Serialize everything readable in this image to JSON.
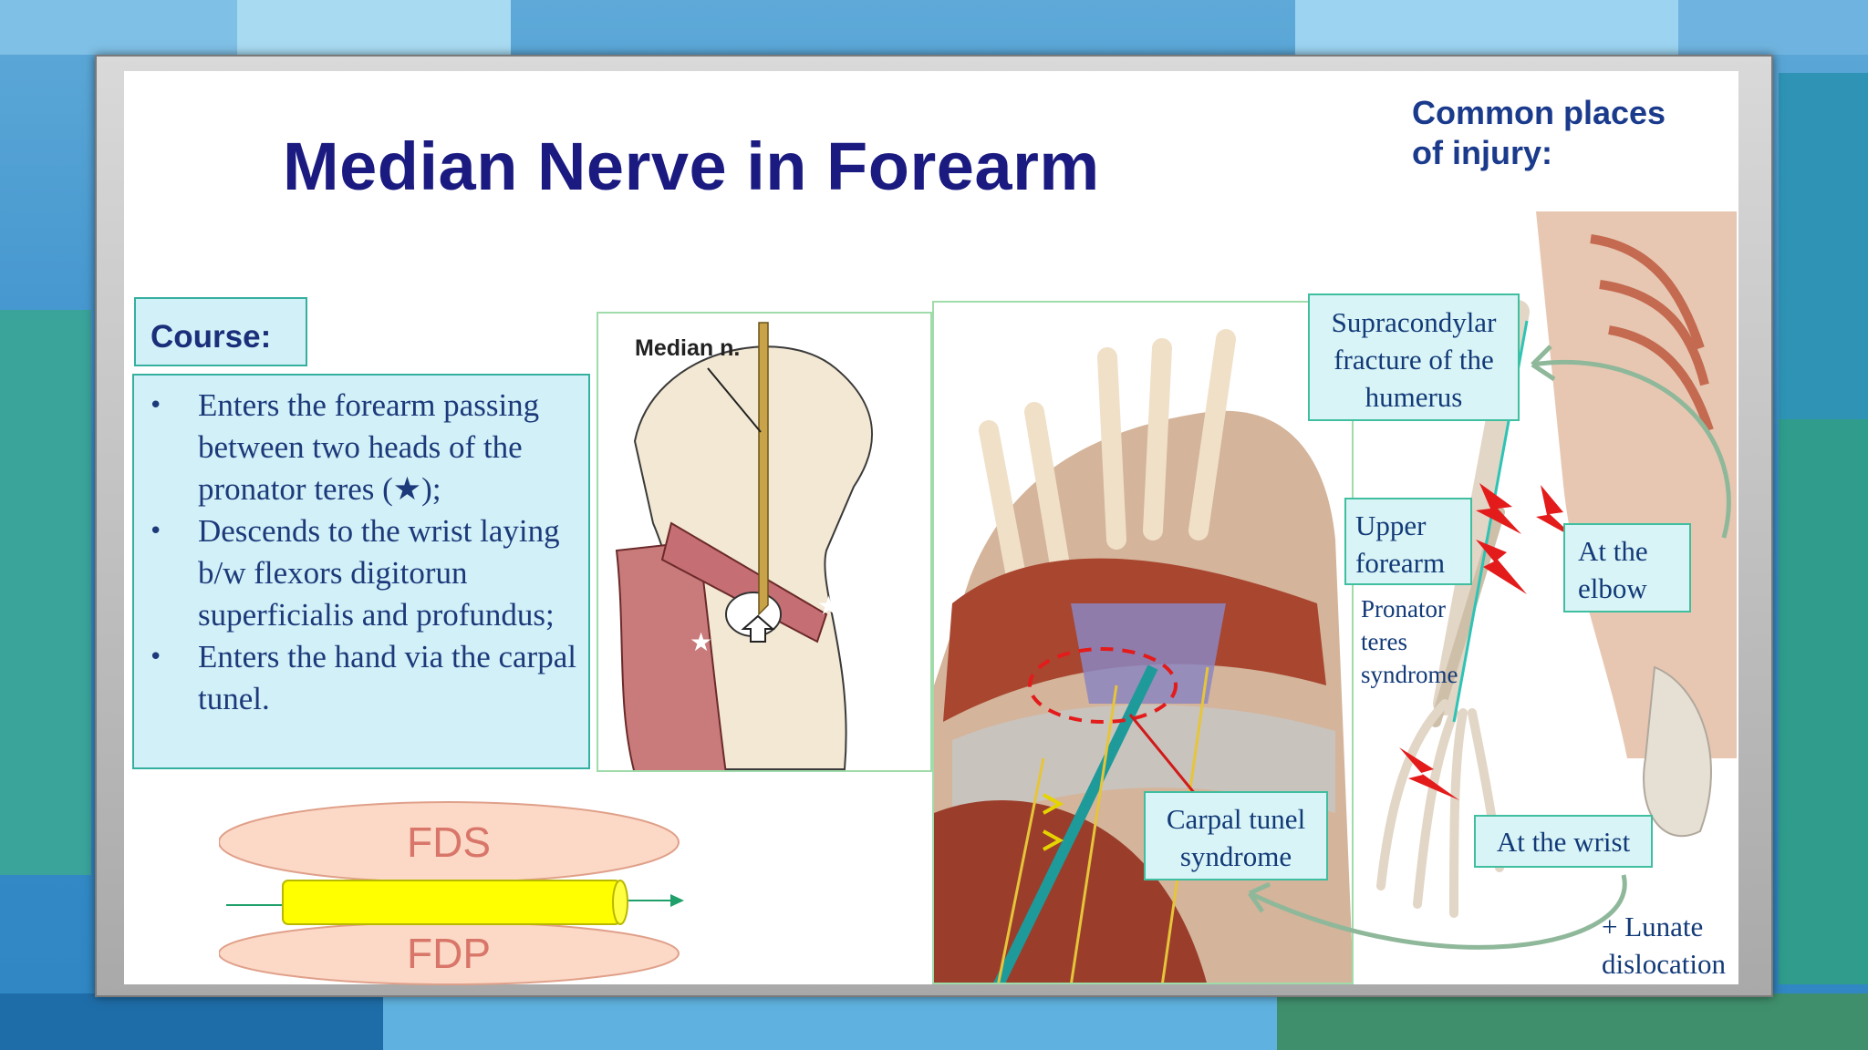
{
  "slide": {
    "title": "Median Nerve in Forearm",
    "injury_heading": "Common places of injury:"
  },
  "course": {
    "label": "Course:",
    "items": [
      "Enters the forearm passing between two heads of the pronator teres (★);",
      "Descends to the wrist laying b/w flexors digitorun superficialis and profundus;",
      "Enters the hand via the carpal tunel."
    ],
    "bullet": "•"
  },
  "figure1": {
    "label": "Median n."
  },
  "schematic": {
    "top_label": "FDS",
    "bottom_label": "FDP",
    "colors": {
      "muscle_fill": "#fbd9c6",
      "muscle_stroke": "#e0a08a",
      "nerve": "#ffff00",
      "arrow": "#1fa06a"
    }
  },
  "injury_sites": {
    "supracondylar": "Supracondylar fracture of the humerus",
    "upper_forearm": "Upper forearm",
    "pronator_syndrome": "Pronator teres syndrome",
    "at_elbow": "At the elbow",
    "carpal_tunnel": "Carpal tunel syndrome",
    "at_wrist": "At the wrist",
    "lunate": "+ Lunate dislocation"
  },
  "colors": {
    "title": "#1a1a80",
    "text": "#1c3a7a",
    "box_fill": "#d2f0f7",
    "box_border": "#35b0a0",
    "lightning": "#e31b1b"
  }
}
